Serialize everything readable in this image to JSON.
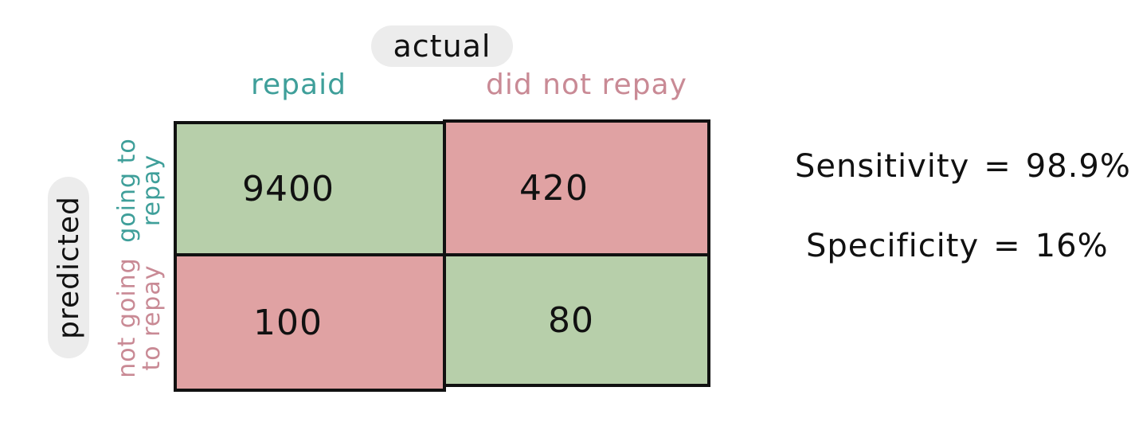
{
  "header": {
    "actual_label": "actual"
  },
  "columns": [
    {
      "label": "repaid",
      "color": "#3f9f9a"
    },
    {
      "label": "did not repay",
      "color": "#c98a95"
    }
  ],
  "rows_axis_label": "predicted",
  "rows": [
    {
      "line1": "going to",
      "line2": "repay",
      "color": "#3f9f9a"
    },
    {
      "line1": "not going",
      "line2": "to repay",
      "color": "#c98a95"
    }
  ],
  "matrix": {
    "tp": "9400",
    "fp": "420",
    "fn": "100",
    "tn": "80",
    "correct_color": "#b7cfaa",
    "error_color": "#e0a2a3"
  },
  "metrics": {
    "sensitivity_label": "Sensitivity",
    "sensitivity_value": "98.9%",
    "specificity_label": "Specificity",
    "specificity_value": "16%",
    "equals": "="
  }
}
